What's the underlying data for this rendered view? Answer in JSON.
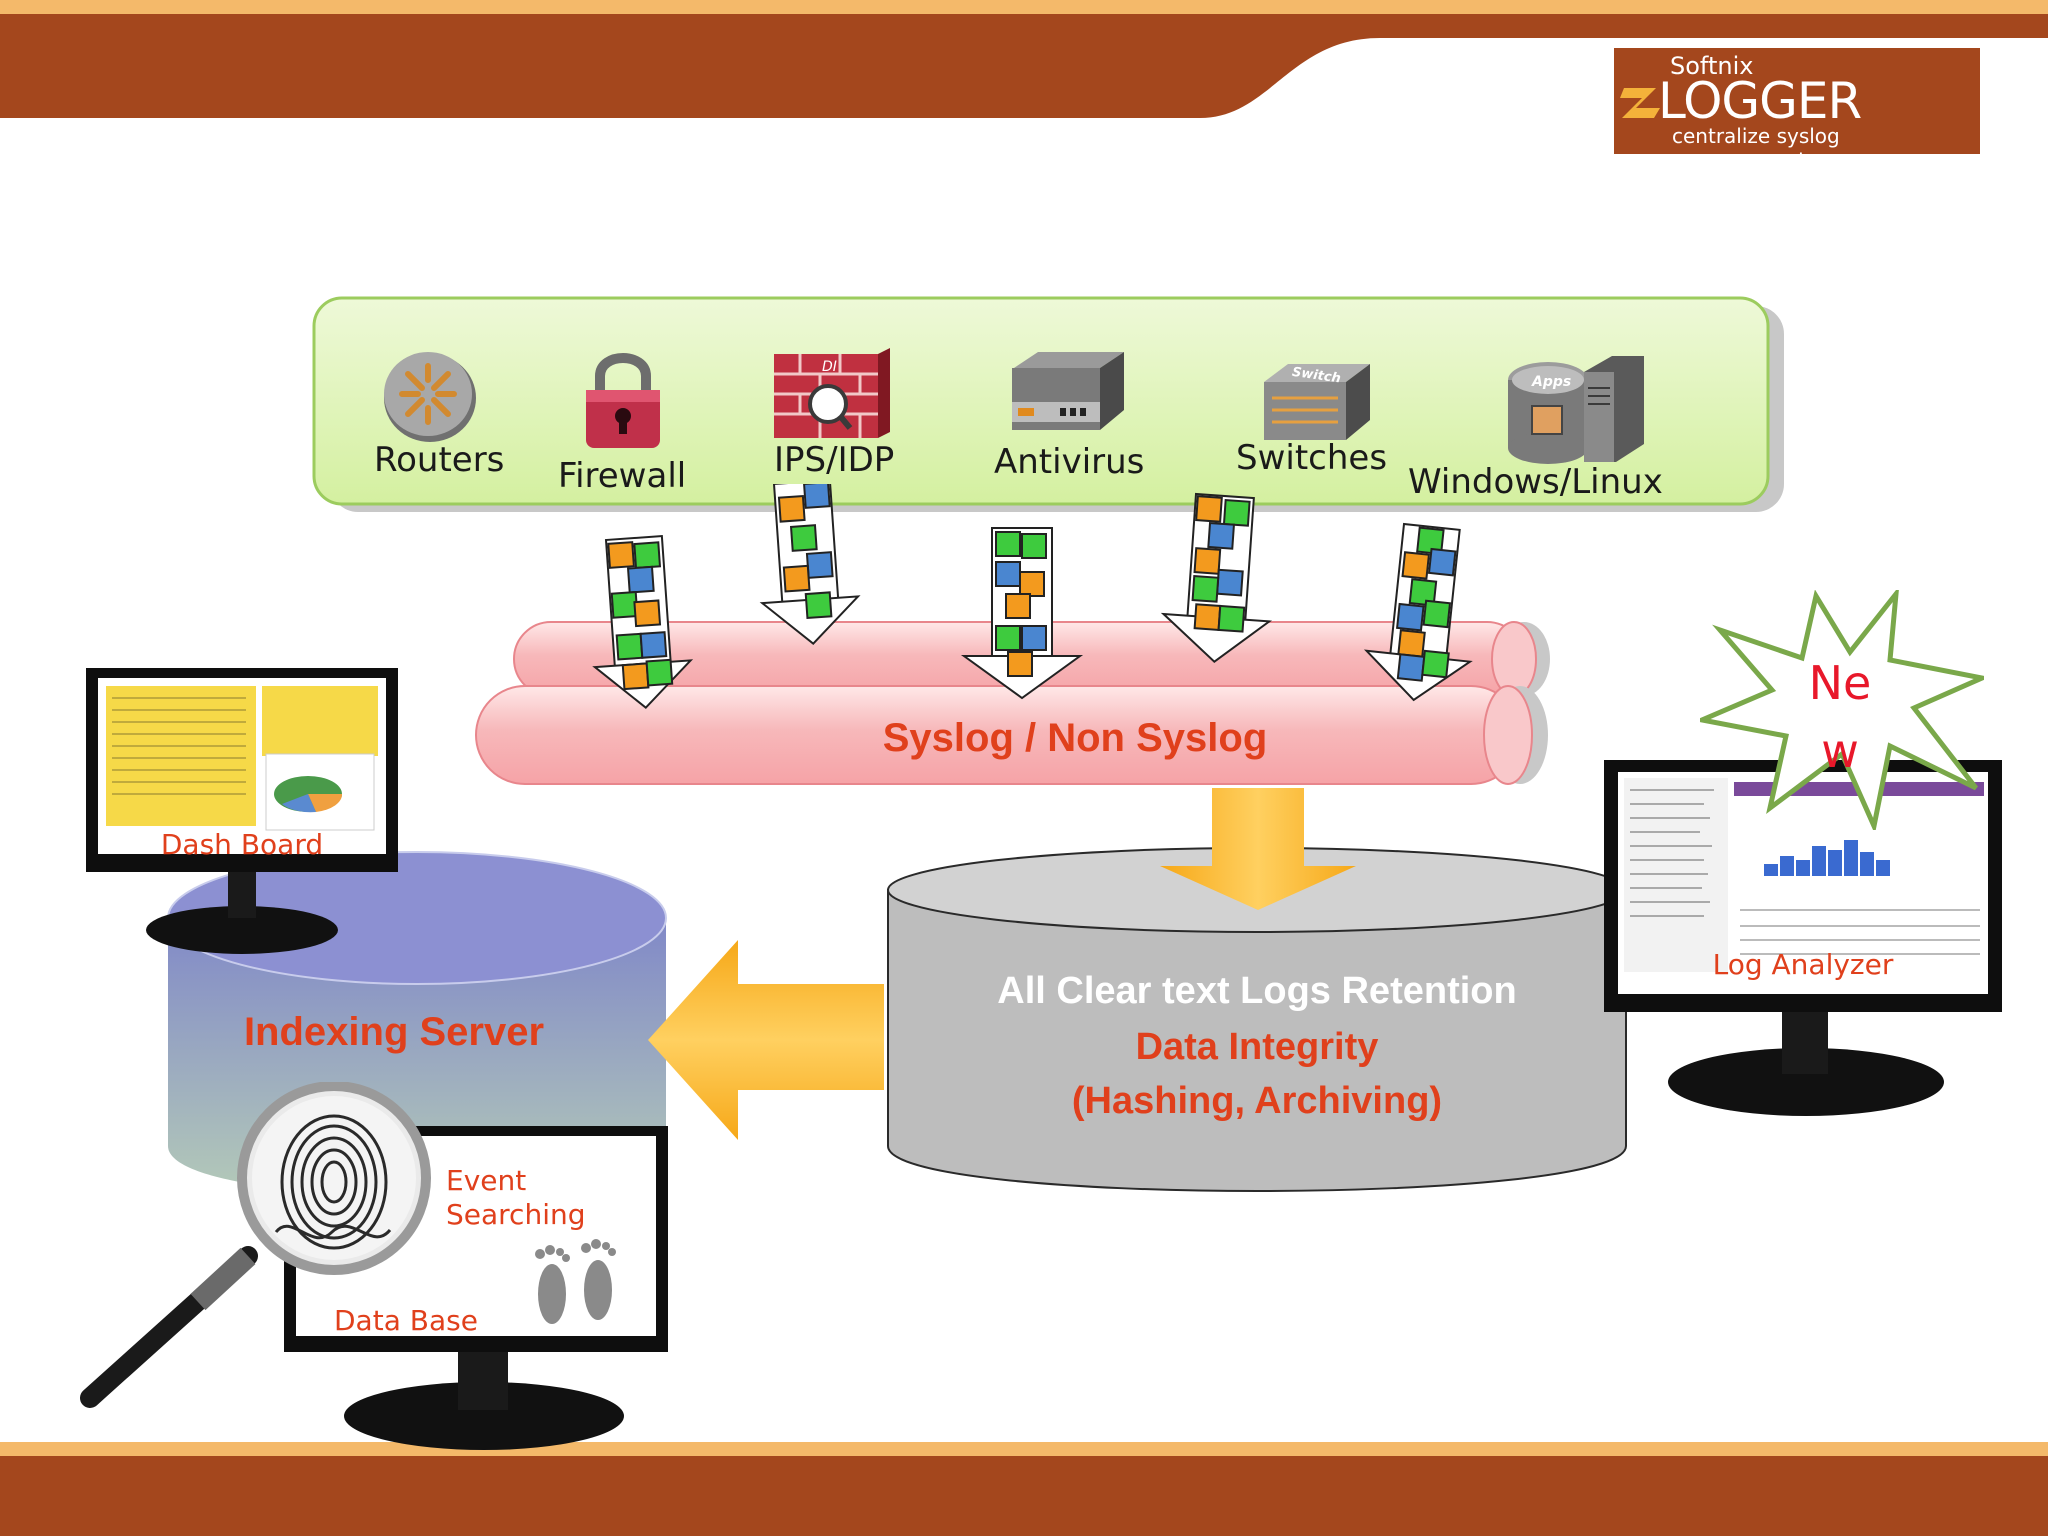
{
  "header": {
    "logo_brand": "Softnix",
    "logo_product": "LOGGER",
    "logo_tagline": "centralize syslog management",
    "colors": {
      "band": "#a4471d",
      "stripe": "#f4b96a"
    }
  },
  "sources": [
    {
      "name": "Routers",
      "icon": "router-icon"
    },
    {
      "name": "Firewall",
      "icon": "padlock-icon"
    },
    {
      "name": "IPS/IDP",
      "icon": "brick-firewall-icon"
    },
    {
      "name": "Antivirus",
      "icon": "appliance-icon"
    },
    {
      "name": "Switches",
      "icon": "switch-icon"
    },
    {
      "name": "Windows/Linux",
      "icon": "server-icon"
    }
  ],
  "icon_tags": {
    "ips": "DI",
    "switch": "Switch",
    "apps": "Apps"
  },
  "pipe": {
    "label": "Syslog / Non Syslog"
  },
  "storage": {
    "line1": "All Clear text Logs Retention",
    "line2": "Data Integrity",
    "line3": "(Hashing, Archiving)"
  },
  "indexing": {
    "label": "Indexing Server"
  },
  "monitors": {
    "dashboard": "Dash Board",
    "log_analyzer": "Log Analyzer",
    "database": "Data Base",
    "event_searching_1": "Event",
    "event_searching_2": "Searching"
  },
  "badge": {
    "line1": "Ne",
    "line2": "w"
  }
}
